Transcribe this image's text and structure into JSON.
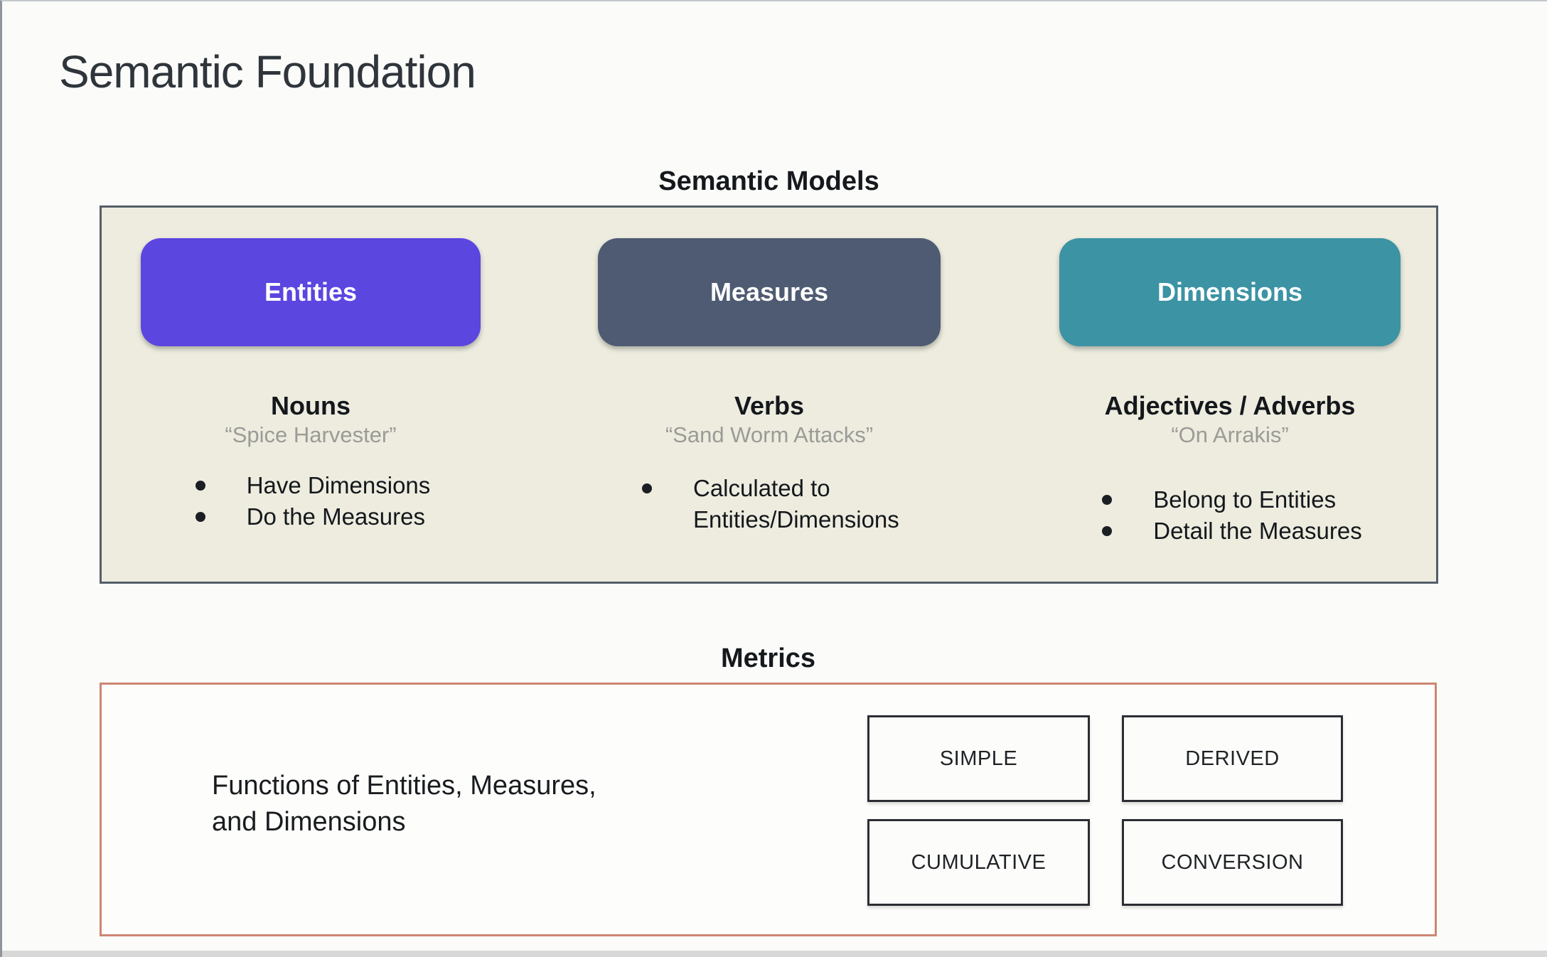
{
  "page": {
    "title": "Semantic Foundation"
  },
  "semantic_models": {
    "heading": "Semantic Models",
    "columns": [
      {
        "pill_label": "Entities",
        "pill_color": "#5b46e0",
        "subtitle": "Nouns",
        "quote": "“Spice Harvester”",
        "bullets": [
          "Have Dimensions",
          "Do the Measures"
        ]
      },
      {
        "pill_label": "Measures",
        "pill_color": "#4e5b72",
        "subtitle": "Verbs",
        "quote": "“Sand Worm Attacks”",
        "bullets": [
          "Calculated to Entities/Dimensions"
        ]
      },
      {
        "pill_label": "Dimensions",
        "pill_color": "#3b93a4",
        "subtitle": "Adjectives / Adverbs",
        "quote": "“On Arrakis”",
        "bullets": [
          "Belong to Entities",
          "Detail the Measures"
        ]
      }
    ],
    "panel_background": "#edecdf",
    "panel_border_color": "#545e68"
  },
  "metrics": {
    "heading": "Metrics",
    "description_line1": "Functions of Entities, Measures,",
    "description_line2": "and Dimensions",
    "cards": [
      "SIMPLE",
      "DERIVED",
      "CUMULATIVE",
      "CONVERSION"
    ],
    "panel_border_color": "#cd8673"
  }
}
